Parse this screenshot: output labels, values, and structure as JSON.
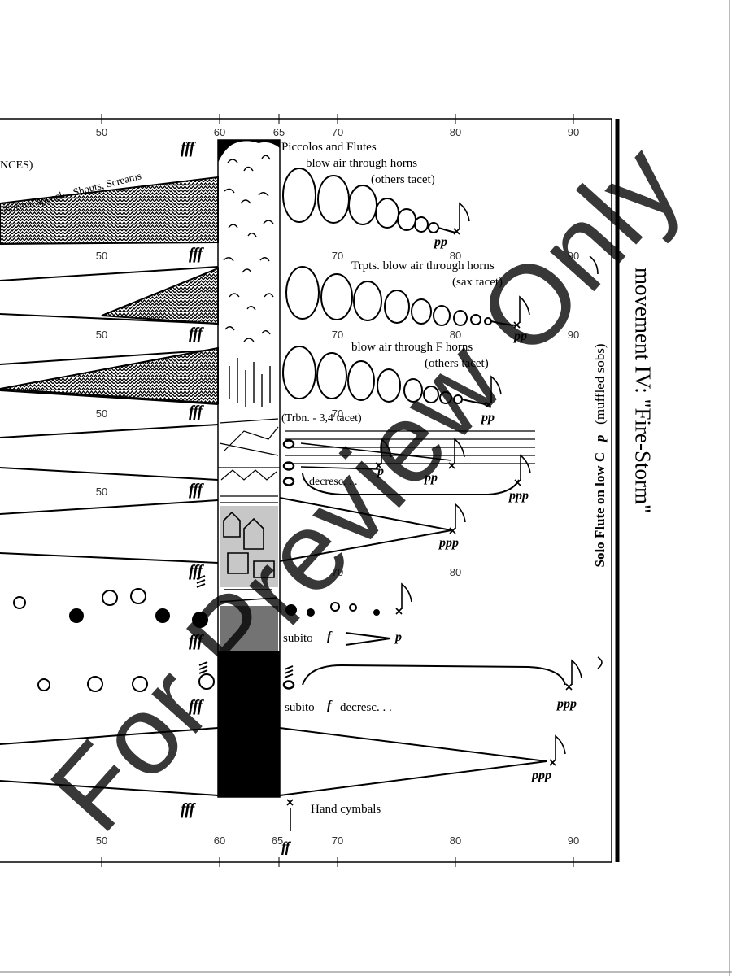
{
  "score": {
    "movement_title": "movement IV:  \"Fire-Storm\"",
    "solo_line": "Solo Flute on low C",
    "solo_dynamic": "p",
    "solo_note": "(muffled sobs)",
    "header_fragment": "NCES)",
    "diagonal_text": "s - Normal speech - Shouts, Screams",
    "ticks_top": [
      "50",
      "60",
      "65",
      "70",
      "80",
      "90"
    ],
    "ticks_bottom": [
      "50",
      "60",
      "65",
      "70",
      "80",
      "90"
    ],
    "ticks_inner": {
      "r2": [
        "50",
        "70",
        "80",
        "90"
      ],
      "r3": [
        "50",
        "70",
        "80",
        "90"
      ],
      "r4": [
        "50",
        "70"
      ],
      "r5": [
        "50"
      ],
      "r6": [
        "70",
        "80"
      ]
    },
    "dyn_fff": "fff",
    "dyn_ff": "ff",
    "dyn_pp": "pp",
    "dyn_ppp": "ppp",
    "dyn_p": "p",
    "dyn_f": "f",
    "instr": {
      "piccolos": "Piccolos and Flutes",
      "blow_air": "blow air through horns",
      "others_tacet": "(others tacet)",
      "trumpets": "Trpts. blow air through horns",
      "sax_tacet": "(sax tacet)",
      "f_horns": "blow air through F horns",
      "others_tacet_2": "(others tacet)",
      "trbn": "(Trbn. - 3,4 tacet)",
      "decresc": "decresc. . .",
      "subito_1": "subito",
      "subito_2": "subito",
      "decresc_2": "decresc. . .",
      "hand_cymbals": "Hand cymbals"
    }
  },
  "watermark": "For Preview Only",
  "colors": {
    "ink": "#000000",
    "paper": "#ffffff",
    "watermark": "#1c1c1c"
  }
}
